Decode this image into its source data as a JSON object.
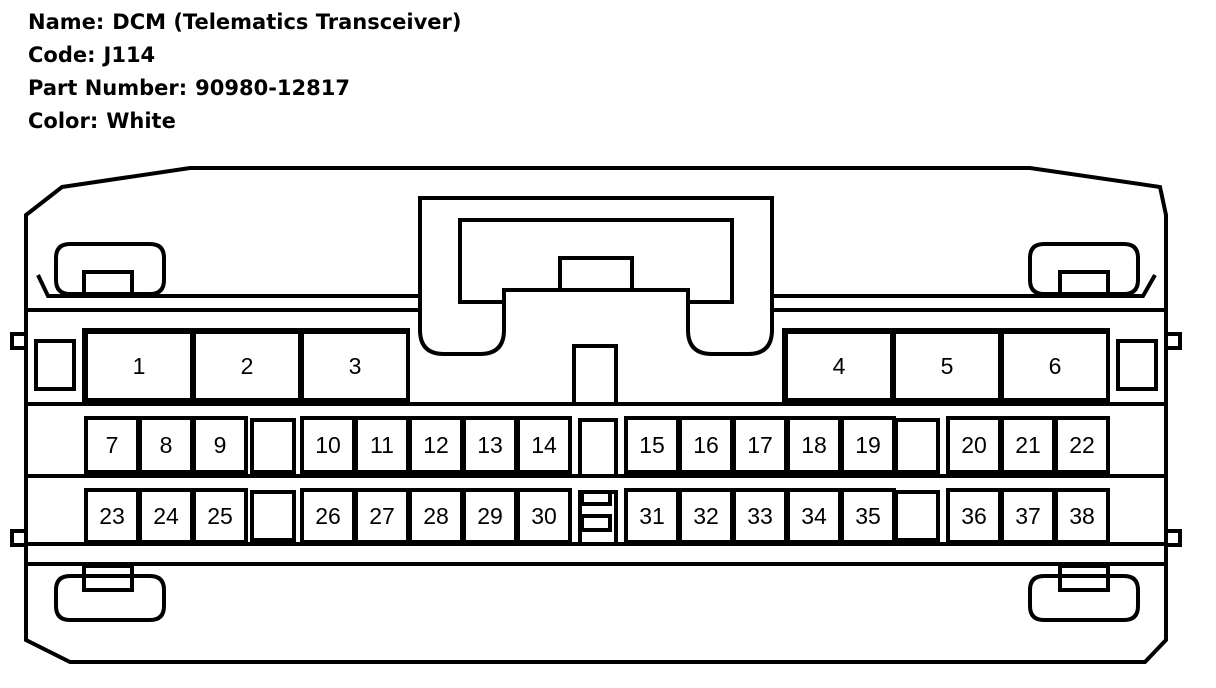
{
  "info": {
    "name_label": "Name:",
    "name_value": "DCM (Telematics Transceiver)",
    "code_label": "Code:",
    "code_value": "J114",
    "part_label": "Part Number:",
    "part_value": "90980-12817",
    "color_label": "Color:",
    "color_value": "White"
  },
  "pins": [
    "1",
    "2",
    "3",
    "4",
    "5",
    "6",
    "7",
    "8",
    "9",
    "10",
    "11",
    "12",
    "13",
    "14",
    "15",
    "16",
    "17",
    "18",
    "19",
    "20",
    "21",
    "22",
    "23",
    "24",
    "25",
    "26",
    "27",
    "28",
    "29",
    "30",
    "31",
    "32",
    "33",
    "34",
    "35",
    "36",
    "37",
    "38"
  ]
}
